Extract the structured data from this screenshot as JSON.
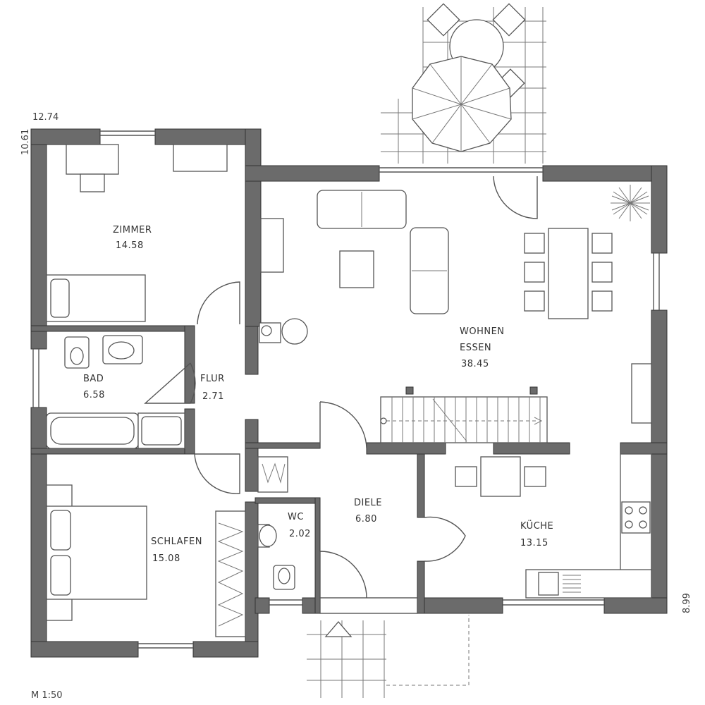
{
  "dimensions": {
    "top_left": "12.74",
    "left_side": "10.61",
    "right_side": "8.99"
  },
  "scale": "M 1:50",
  "rooms": [
    {
      "name": "ZIMMER",
      "area": "14.58"
    },
    {
      "name": "BAD",
      "area": "6.58"
    },
    {
      "name": "FLUR",
      "area": "2.71"
    },
    {
      "name": "WOHNEN",
      "name2": "ESSEN",
      "area": "38.45"
    },
    {
      "name": "SCHLAFEN",
      "area": "15.08"
    },
    {
      "name": "WC",
      "area": "2.02"
    },
    {
      "name": "DIELE",
      "area": "6.80"
    },
    {
      "name": "KÜCHE",
      "area": "13.15"
    }
  ]
}
